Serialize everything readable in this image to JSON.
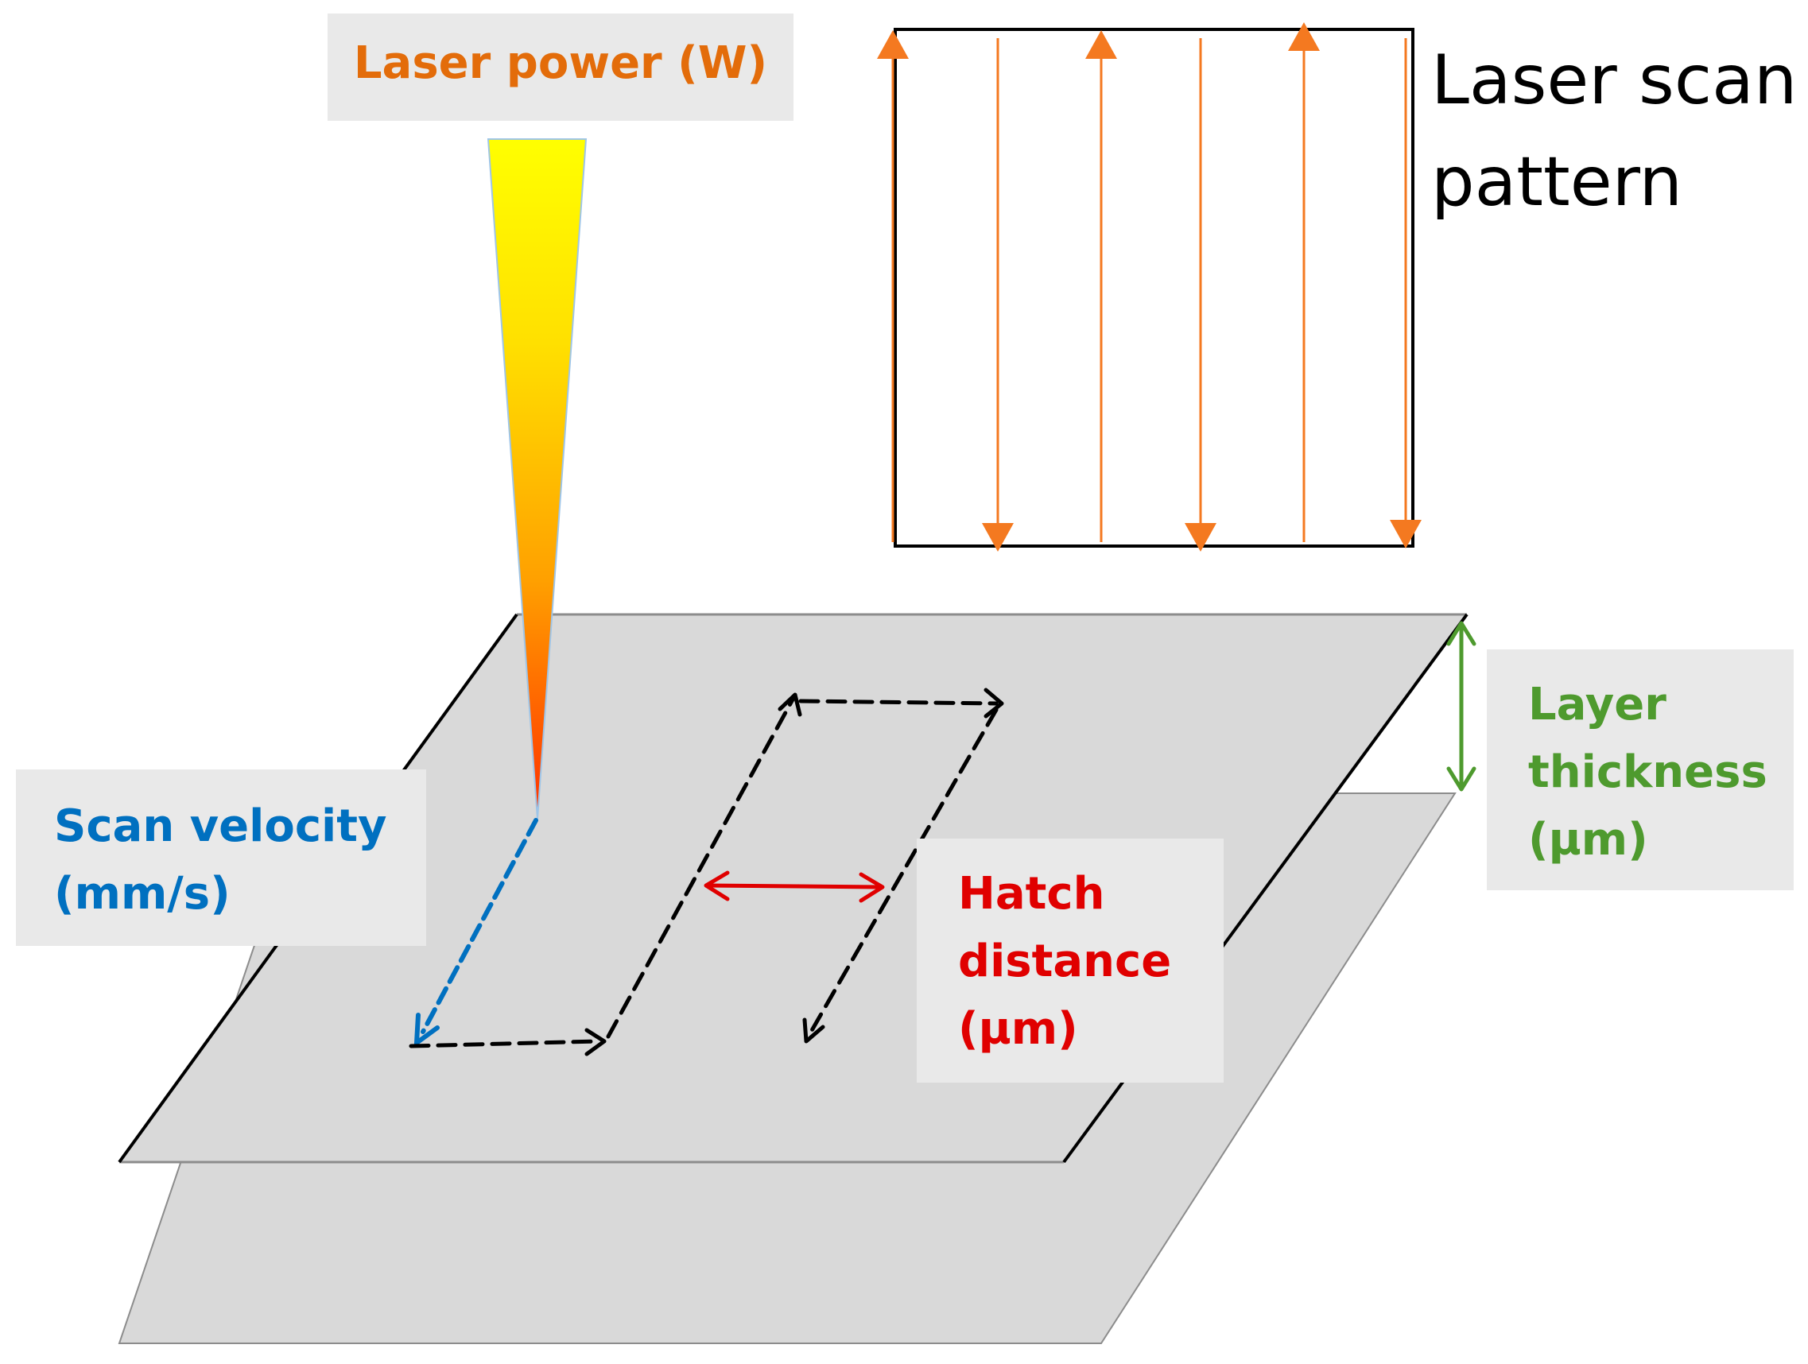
{
  "labels": {
    "laser_power": "Laser power (W)",
    "scan_pattern_line1": "Laser scan",
    "scan_pattern_line2": "pattern",
    "scan_velocity_line1": "Scan velocity",
    "scan_velocity_line2": "(mm/s)",
    "layer_thickness_line1": "Layer",
    "layer_thickness_line2": "thickness",
    "layer_thickness_line3": "(µm)",
    "hatch_line1": "Hatch",
    "hatch_line2": "distance",
    "hatch_line3": "(µm)"
  },
  "colors": {
    "laser_power": "#E36C0A",
    "scan_velocity": "#0070C0",
    "layer_thickness": "#4E9A2E",
    "hatch_distance": "#E00000",
    "scan_arrows": "#F47920",
    "label_bg": "#E9E9E9",
    "layer_fill": "#D9D9D9"
  }
}
